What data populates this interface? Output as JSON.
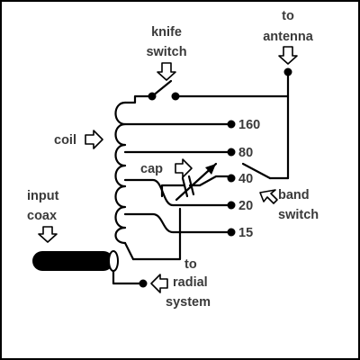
{
  "labels": {
    "to_antenna": [
      "to",
      "antenna"
    ],
    "knife_switch": [
      "knife",
      "switch"
    ],
    "coil": "coil",
    "cap": "cap",
    "band_switch": [
      "band",
      "switch"
    ],
    "input_coax": [
      "input",
      "coax"
    ],
    "to_radial_system": [
      "to",
      "radial",
      "system"
    ]
  },
  "band_taps": [
    "160",
    "80",
    "40",
    "20",
    "15"
  ]
}
